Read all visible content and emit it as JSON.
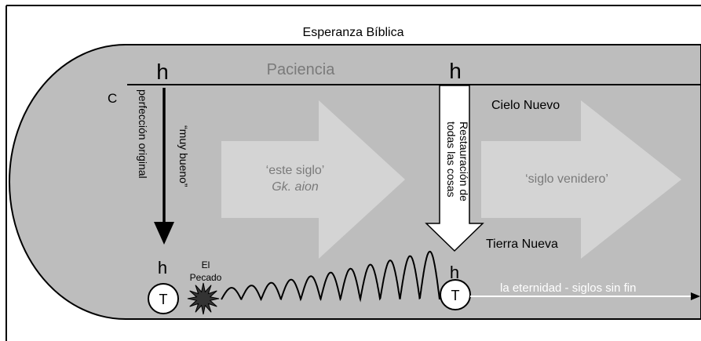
{
  "title": "Esperanza Bíblica",
  "patience_label": "Paciencia",
  "c_label": "C",
  "very_good_label": "“muy bueno”",
  "original_perfection_label": "perfección original",
  "this_age": {
    "line1": "‘este siglo’",
    "line2": "Gk. aion"
  },
  "restoration": {
    "line1": "Restauración de",
    "line2": "todas las cosas"
  },
  "new_heaven_label": "Cielo Nuevo",
  "new_earth_label": "Tierra Nueva",
  "age_to_come_label": "‘siglo venidero’",
  "sin_label": {
    "line1": "El",
    "line2": "Pecado"
  },
  "eternity_label": "la eternidad - siglos sin fin",
  "t_marker_label": "T",
  "hook_glyph": "h",
  "colors": {
    "capsule_fill": "#bdbdbd",
    "big_arrow_fill": "#d4d4d4",
    "white": "#ffffff",
    "line": "#000000",
    "muted_text": "#7a7a7a",
    "sin_star": "#333333"
  }
}
